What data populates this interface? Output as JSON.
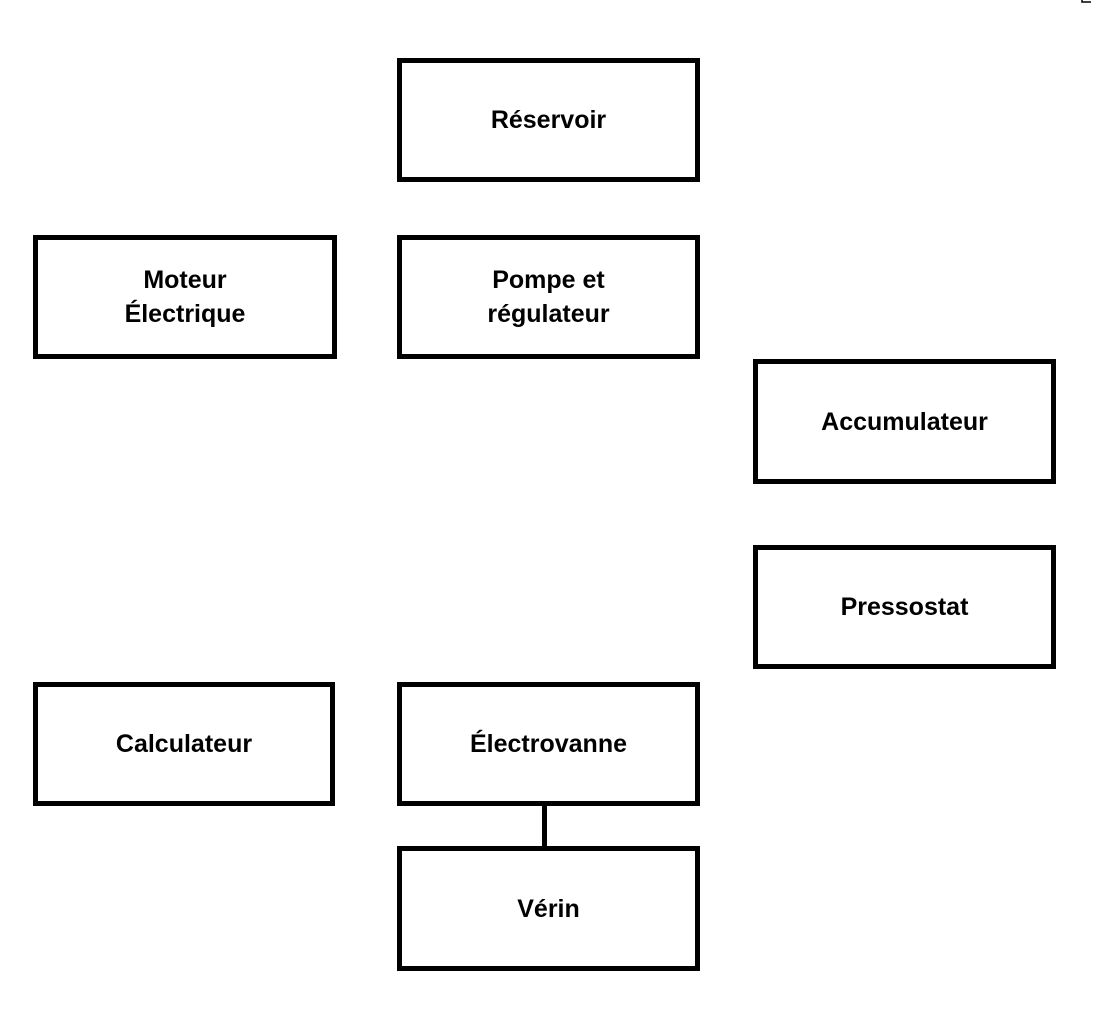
{
  "diagram": {
    "nodes": {
      "reservoir": "Réservoir",
      "moteur": "Moteur\nÉlectrique",
      "pompe": "Pompe et\nrégulateur",
      "accumulateur": "Accumulateur",
      "pressostat": "Pressostat",
      "calculateur": "Calculateur",
      "electrovanne": "Électrovanne",
      "verin": "Vérin"
    },
    "edges": [
      {
        "from": "electrovanne",
        "to": "verin"
      }
    ],
    "colors": {
      "stroke": "#000000",
      "fill": "#ffffff",
      "text": "#000000"
    }
  }
}
